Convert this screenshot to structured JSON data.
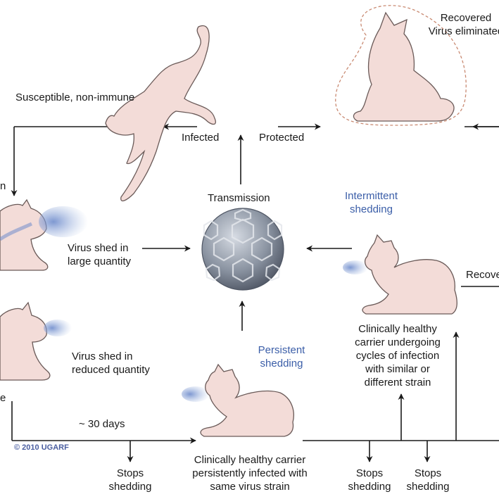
{
  "colors": {
    "cat_fill": "#f3dcd8",
    "cat_outline": "#6a5a58",
    "arrow": "#1a1a1a",
    "blue_label": "#3b5ea8",
    "virus_dark": "#5e6674",
    "virus_light": "#b9c0cb",
    "spray": "#8aa2d0",
    "recovered_outline": "#c98a72"
  },
  "labels": {
    "recovered": "Recovered\nVirus eliminated",
    "susceptible": "Susceptible, non-immune",
    "infected": "Infected",
    "protected": "Protected",
    "transmission": "Transmission",
    "intermittent": "Intermittent\nshedding",
    "shed_large": "Virus shed in\nlarge quantity",
    "shed_reduced": "Virus shed in\nreduced quantity",
    "recovered_right": "Recove",
    "carrier_intermittent": "Clinically healthy\ncarrier undergoing\ncycles of infection\nwith similar or\ndifferent strain",
    "persistent": "Persistent\nshedding",
    "days": "~ 30 days",
    "copyright": "© 2010 UGARF",
    "carrier_persistent": "Clinically healthy carrier\npersistently infected with\nsame virus strain",
    "stops1": "Stops\nshedding",
    "stops2": "Stops\nshedding",
    "stops3": "Stops\nshedding",
    "edge_n": "n",
    "edge_e": "e"
  },
  "icons": {
    "virus": "virus-capsid-icon",
    "cat": "cat-illustration"
  }
}
